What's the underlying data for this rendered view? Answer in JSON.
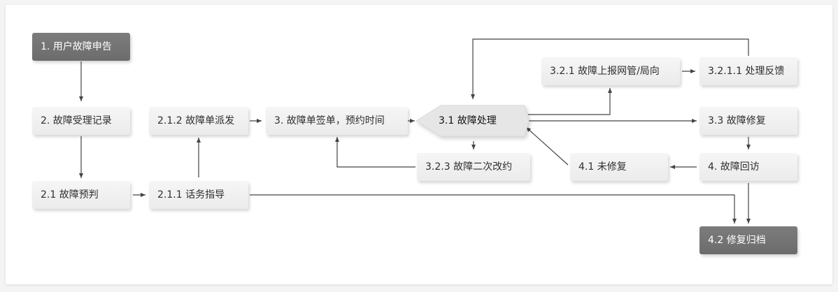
{
  "nodes": {
    "report": "1. 用户故障申告",
    "record": "2. 故障受理记录",
    "prejudge": "2.1 故障预判",
    "guide": "2.1.1 话务指导",
    "dispatch": "2.1.2 故障单派发",
    "sign": "3. 故障单签单，预约时间",
    "handle": "3.1 故障处理",
    "escalate": "3.2.1 故障上报网管/局向",
    "feedback": "3.2.1.1 处理反馈",
    "repair": "3.3 故障修复",
    "reschedule": "3.2.3 故障二次改约",
    "unrepaired": "4.1 未修复",
    "revisit": "4. 故障回访",
    "archive": "4.2 修复归档"
  },
  "colors": {
    "node_fill": "#efefef",
    "dark_fill": "#747474",
    "line": "#444444"
  }
}
